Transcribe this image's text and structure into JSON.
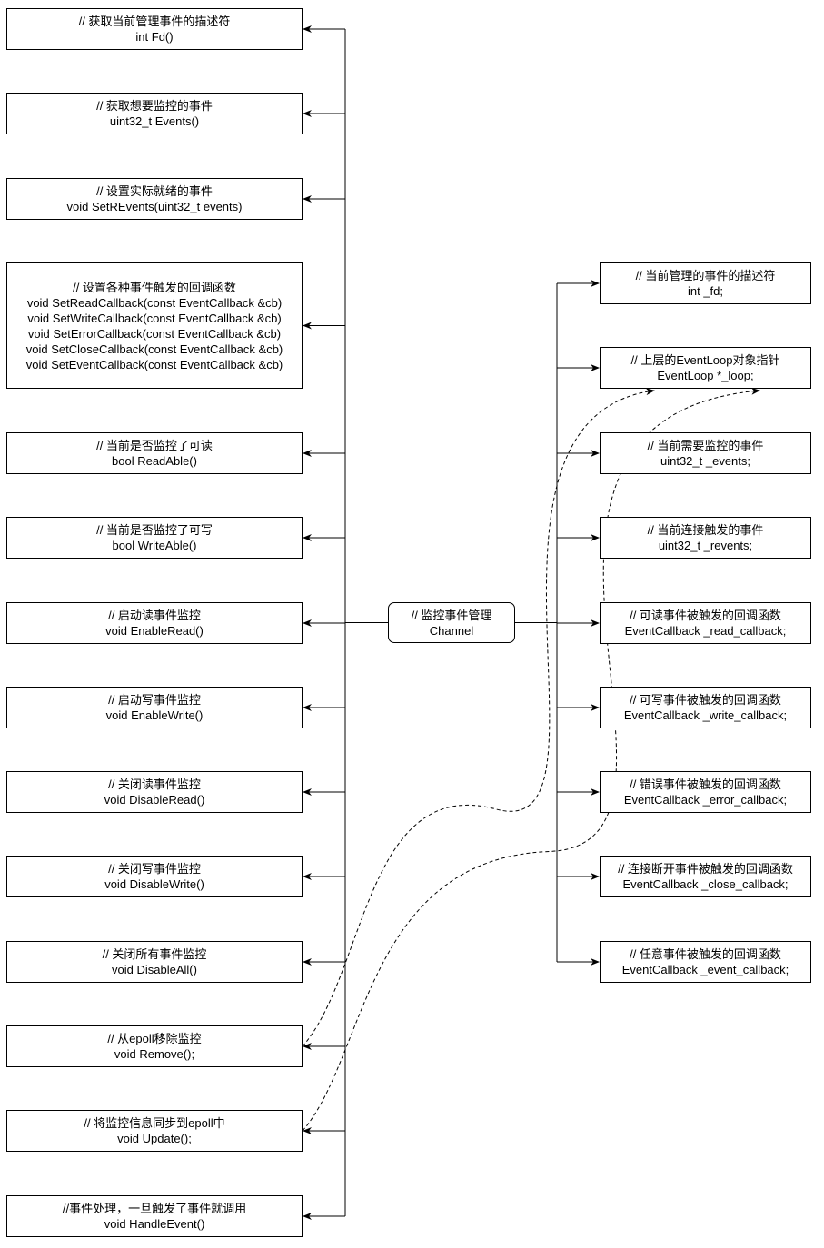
{
  "center": {
    "lines": [
      "// 监控事件管理",
      "Channel"
    ]
  },
  "methods": [
    {
      "id": "fd",
      "lines": [
        "// 获取当前管理事件的描述符",
        "int Fd()"
      ]
    },
    {
      "id": "events",
      "lines": [
        "// 获取想要监控的事件",
        "uint32_t Events()"
      ]
    },
    {
      "id": "set-revents",
      "lines": [
        "// 设置实际就绪的事件",
        "void SetREvents(uint32_t events)"
      ]
    },
    {
      "id": "set-callbacks",
      "lines": [
        "// 设置各种事件触发的回调函数",
        "void SetReadCallback(const EventCallback &cb)",
        "void SetWriteCallback(const EventCallback &cb)",
        "void SetErrorCallback(const EventCallback &cb)",
        "void SetCloseCallback(const EventCallback &cb)",
        "void SetEventCallback(const EventCallback &cb)"
      ]
    },
    {
      "id": "read-able",
      "lines": [
        "// 当前是否监控了可读",
        "bool ReadAble()"
      ]
    },
    {
      "id": "write-able",
      "lines": [
        "// 当前是否监控了可写",
        "bool WriteAble()"
      ]
    },
    {
      "id": "enable-read",
      "lines": [
        "// 启动读事件监控",
        "void EnableRead()"
      ]
    },
    {
      "id": "enable-write",
      "lines": [
        "// 启动写事件监控",
        "void EnableWrite()"
      ]
    },
    {
      "id": "disable-read",
      "lines": [
        "// 关闭读事件监控",
        "void DisableRead()"
      ]
    },
    {
      "id": "disable-write",
      "lines": [
        "// 关闭写事件监控",
        "void DisableWrite()"
      ]
    },
    {
      "id": "disable-all",
      "lines": [
        "// 关闭所有事件监控",
        "void DisableAll()"
      ]
    },
    {
      "id": "remove",
      "lines": [
        "// 从epoll移除监控",
        "void Remove();"
      ]
    },
    {
      "id": "update",
      "lines": [
        "// 将监控信息同步到epoll中",
        "void Update();"
      ]
    },
    {
      "id": "handle-event",
      "lines": [
        "//事件处理，一旦触发了事件就调用",
        "void HandleEvent()"
      ]
    }
  ],
  "members": [
    {
      "id": "fd",
      "lines": [
        "// 当前管理的事件的描述符",
        "int _fd;"
      ]
    },
    {
      "id": "loop",
      "lines": [
        "// 上层的EventLoop对象指针",
        "EventLoop *_loop;"
      ]
    },
    {
      "id": "events",
      "lines": [
        "// 当前需要监控的事件",
        "uint32_t _events;"
      ]
    },
    {
      "id": "revents",
      "lines": [
        "// 当前连接触发的事件",
        "uint32_t _revents;"
      ]
    },
    {
      "id": "read-callback",
      "lines": [
        "// 可读事件被触发的回调函数",
        "EventCallback _read_callback;"
      ]
    },
    {
      "id": "write-callback",
      "lines": [
        "// 可写事件被触发的回调函数",
        "EventCallback _write_callback;"
      ]
    },
    {
      "id": "error-callback",
      "lines": [
        "// 错误事件被触发的回调函数",
        "EventCallback _error_callback;"
      ]
    },
    {
      "id": "close-callback",
      "lines": [
        "// 连接断开事件被触发的回调函数",
        "EventCallback _close_callback;"
      ]
    },
    {
      "id": "event-callback",
      "lines": [
        "// 任意事件被触发的回调函数",
        "EventCallback _event_callback;"
      ]
    }
  ],
  "dependencies": [
    {
      "from": "remove",
      "to": "loop"
    },
    {
      "from": "update",
      "to": "loop"
    }
  ],
  "colors": {
    "stroke": "#000000",
    "fill": "#ffffff",
    "text": "#000000"
  }
}
